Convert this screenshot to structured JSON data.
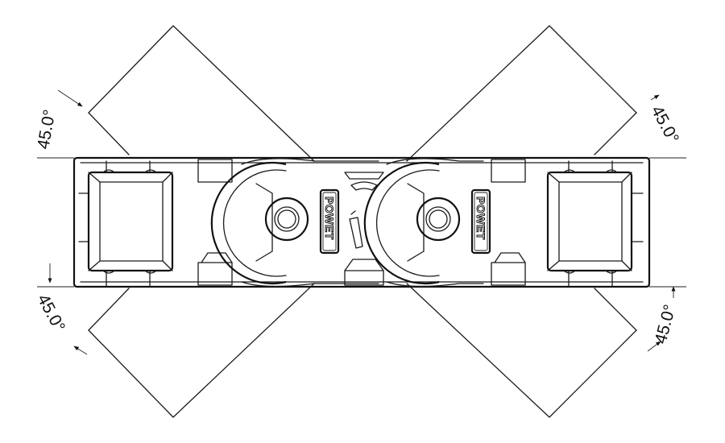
{
  "angles": {
    "top_left": "45.0°",
    "top_right": "45.0°",
    "bottom_left": "45.0°",
    "bottom_right": "45.0°"
  },
  "brand": {
    "left_label": "POWET",
    "right_label": "POWET"
  }
}
